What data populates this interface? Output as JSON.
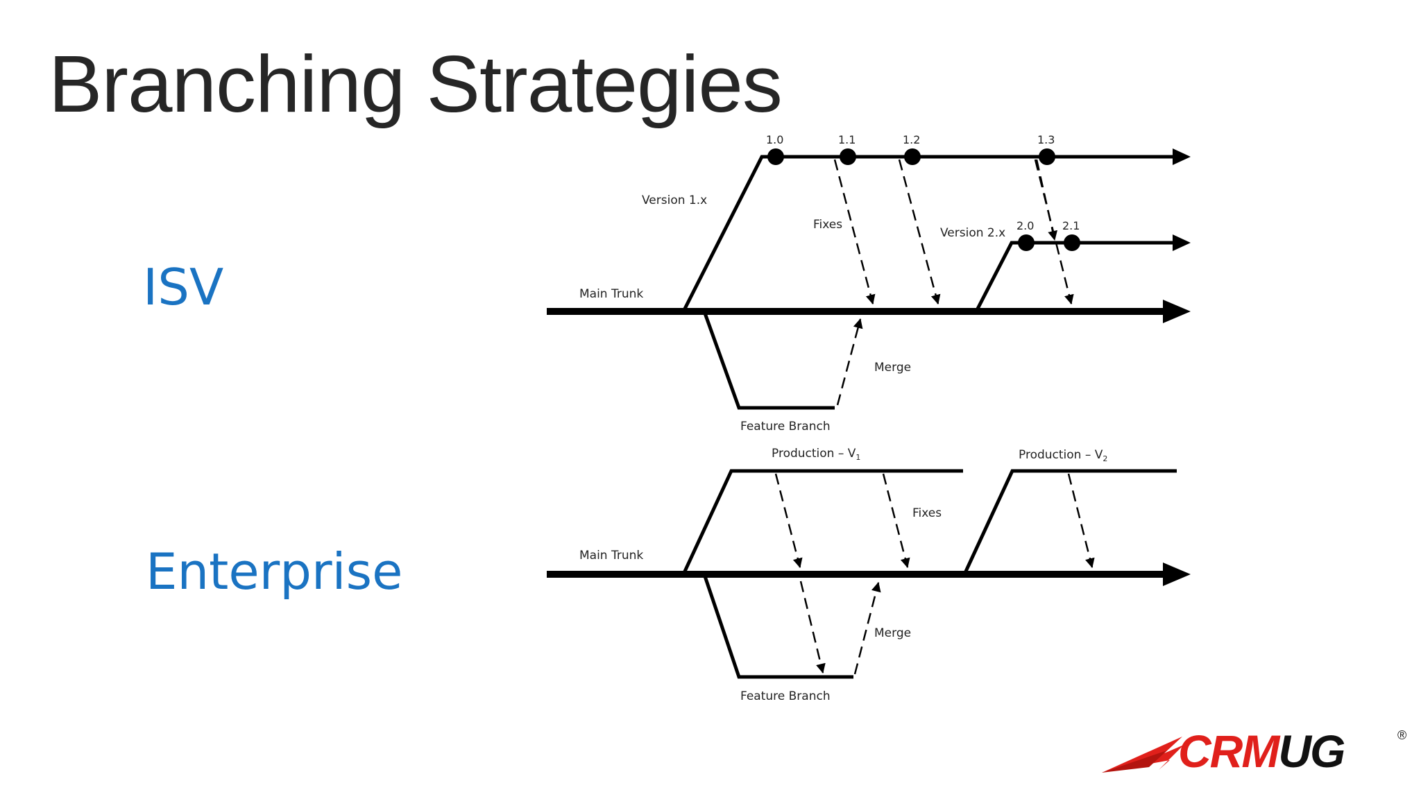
{
  "slide": {
    "title": "Branching Strategies"
  },
  "sections": {
    "isv": "ISV",
    "enterprise": "Enterprise"
  },
  "isv_diagram": {
    "main_trunk": "Main Trunk",
    "version_1": "Version 1.x",
    "version_2": "Version 2.x",
    "fixes": "Fixes",
    "merge": "Merge",
    "feature_branch": "Feature Branch",
    "versions_1": [
      "1.0",
      "1.1",
      "1.2",
      "1.3"
    ],
    "versions_2": [
      "2.0",
      "2.1"
    ]
  },
  "enterprise_diagram": {
    "main_trunk": "Main Trunk",
    "production_v1": "Production – V",
    "production_v1_sub": "1",
    "production_v2": "Production – V",
    "production_v2_sub": "2",
    "fixes": "Fixes",
    "merge": "Merge",
    "feature_branch": "Feature Branch"
  },
  "logo": {
    "crm": "CRM",
    "ug": "UG",
    "reg": "®",
    "brand_red": "#e0201b",
    "brand_dark": "#111111"
  },
  "colors": {
    "title": "#262626",
    "section": "#1a73c2",
    "lines": "#000000"
  }
}
